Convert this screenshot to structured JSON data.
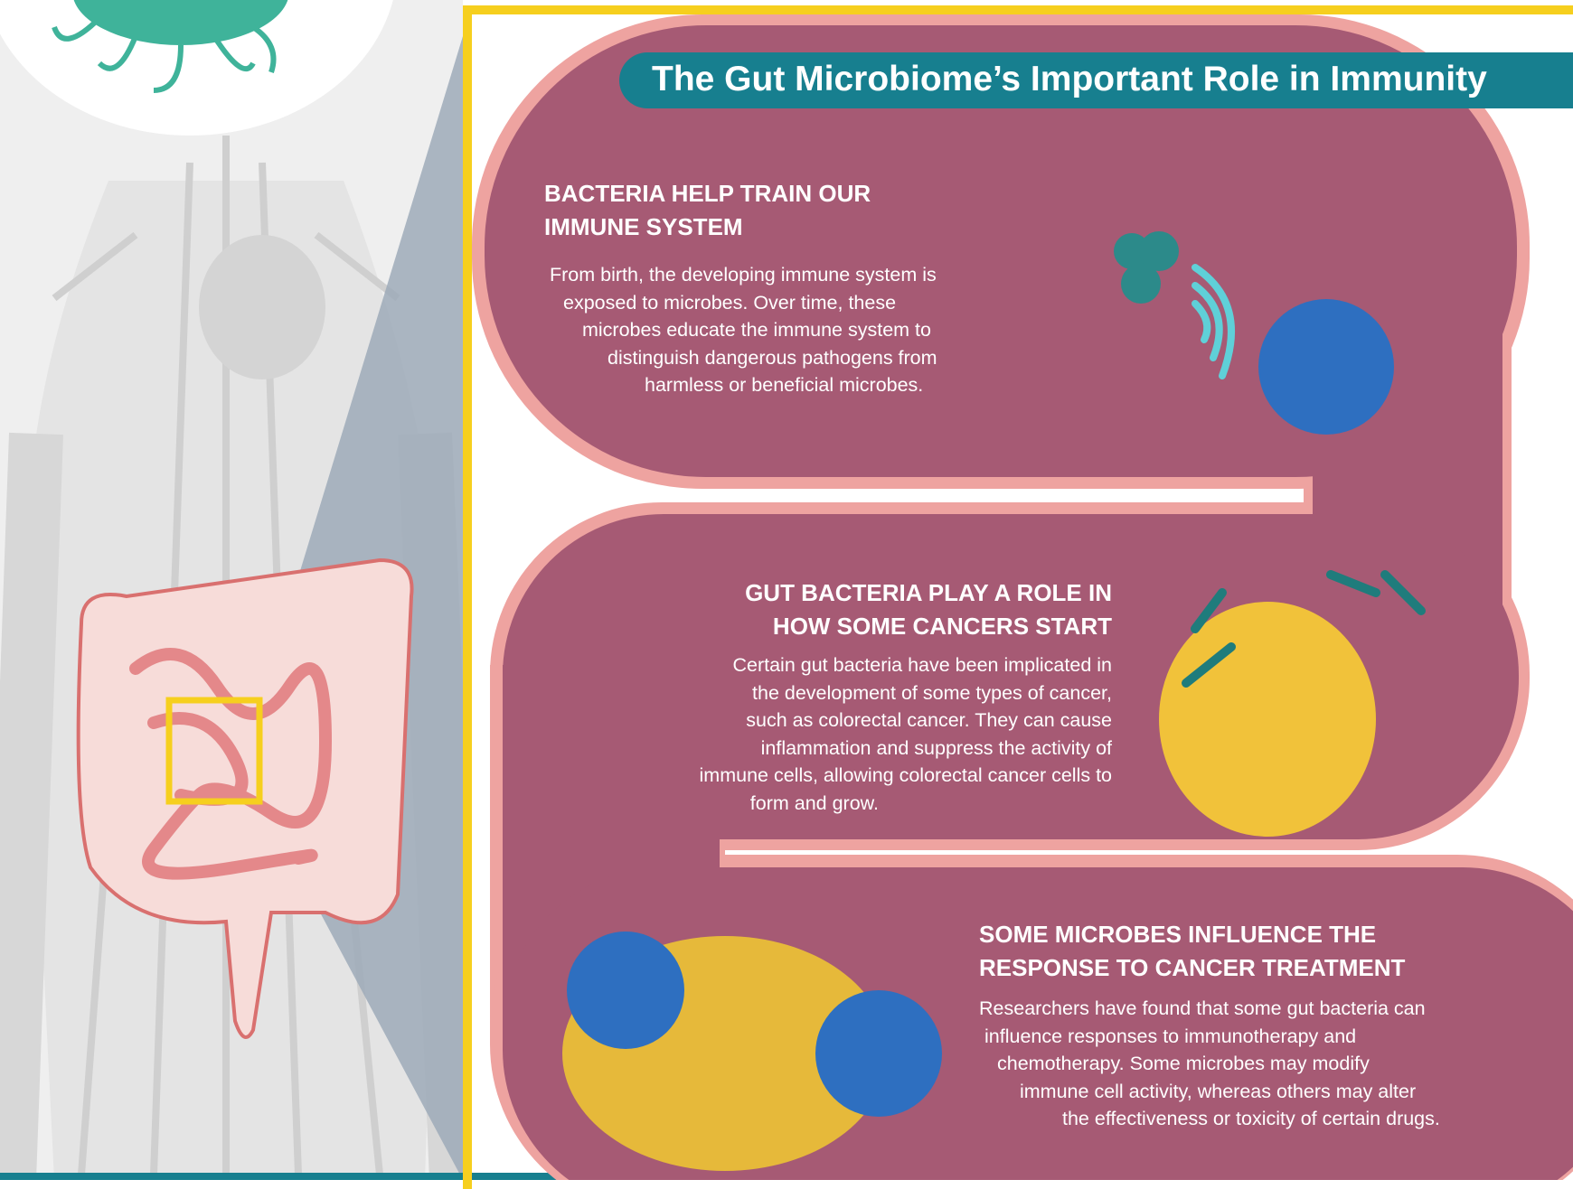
{
  "title": "The Gut Microbiome’s Important Role in Immunity",
  "sections": [
    {
      "heading": [
        "BACTERIA HELP TRAIN OUR",
        "IMMUNE SYSTEM"
      ],
      "body": [
        "From birth, the developing immune system is",
        "exposed to microbes. Over time, these",
        "microbes educate the immune system to",
        "distinguish dangerous pathogens from",
        "harmless or beneficial microbes."
      ]
    },
    {
      "heading": [
        "GUT BACTERIA PLAY A ROLE IN",
        "HOW SOME CANCERS START"
      ],
      "body": [
        "Certain gut bacteria have been implicated in",
        "the development of some types of cancer,",
        "such as colorectal cancer. They can cause",
        "inflammation and suppress the activity of",
        "immune cells, allowing colorectal cancer cells to",
        "form and grow."
      ]
    },
    {
      "heading": [
        "SOME MICROBES INFLUENCE THE",
        "RESPONSE TO CANCER TREATMENT"
      ],
      "body": [
        "Researchers have found that some gut bacteria can",
        "influence responses to immunotherapy and",
        "chemotherapy. Some microbes may modify",
        "immune cell activity, whereas others may alter",
        "the effectiveness or toxicity of certain drugs."
      ]
    }
  ],
  "colors": {
    "teal": "#177f8f",
    "yellow": "#f6cf1e",
    "gut": "#a65a74",
    "gut_edge": "#eea3a0"
  }
}
